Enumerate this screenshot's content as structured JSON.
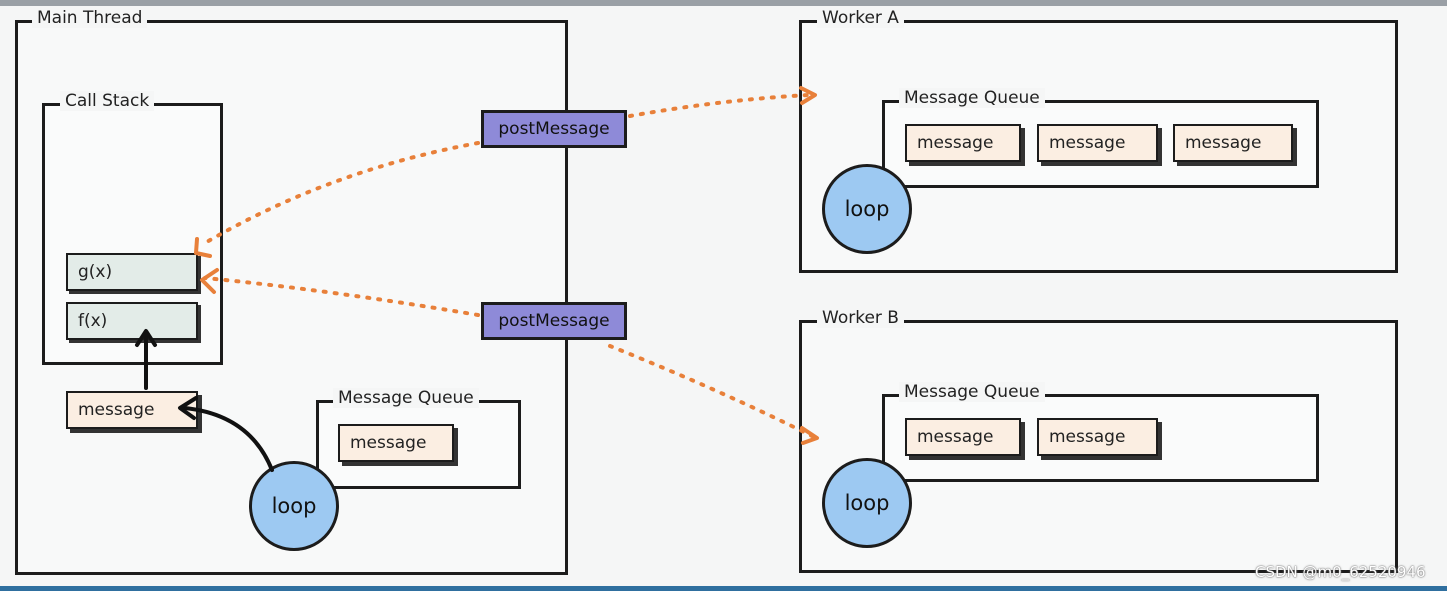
{
  "main_thread": {
    "title": "Main Thread",
    "call_stack": {
      "title": "Call Stack",
      "frames": [
        "g(x)",
        "f(x)"
      ]
    },
    "current_message": "message",
    "message_queue": {
      "title": "Message Queue",
      "messages": [
        "message"
      ]
    },
    "loop_label": "loop"
  },
  "post_messages": [
    "postMessage",
    "postMessage"
  ],
  "workers": [
    {
      "title": "Worker A",
      "queue_title": "Message Queue",
      "messages": [
        "message",
        "message",
        "message"
      ],
      "loop_label": "loop"
    },
    {
      "title": "Worker B",
      "queue_title": "Message Queue",
      "messages": [
        "message",
        "message"
      ],
      "loop_label": "loop"
    }
  ],
  "watermark": "CSDN @m0_62520946",
  "colors": {
    "arrow_orange": "#e8803a",
    "post_message_fill": "#8e8ad8",
    "loop_fill": "#9dc9f2",
    "message_fill": "#fbeee2",
    "frame_fill": "#e3ece8"
  }
}
